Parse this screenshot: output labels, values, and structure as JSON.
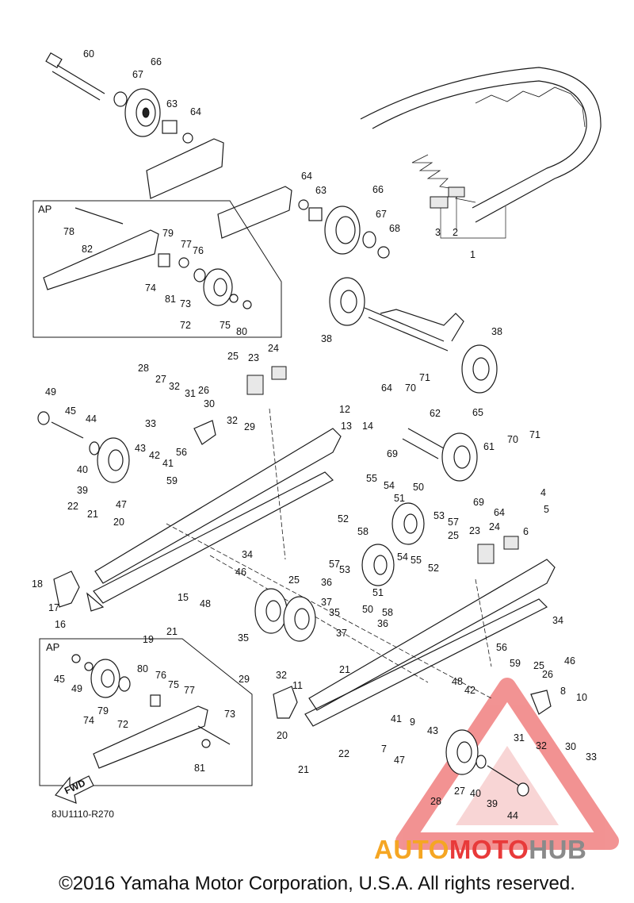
{
  "diagram": {
    "drawing_code": "8JU1110-R270",
    "fwd_label": "FWD",
    "inset_label": "AP",
    "callouts": [
      "60",
      "66",
      "67",
      "63",
      "64",
      "64",
      "63",
      "66",
      "67",
      "68",
      "3",
      "2",
      "1",
      "78",
      "82",
      "79",
      "77",
      "76",
      "74",
      "81",
      "73",
      "72",
      "75",
      "80",
      "38",
      "38",
      "25",
      "23",
      "24",
      "28",
      "27",
      "32",
      "31",
      "26",
      "30",
      "33",
      "32",
      "29",
      "49",
      "45",
      "44",
      "40",
      "39",
      "43",
      "42",
      "41",
      "56",
      "47",
      "59",
      "22",
      "21",
      "20",
      "18",
      "17",
      "16",
      "19",
      "21",
      "15",
      "34",
      "46",
      "48",
      "25",
      "12",
      "13",
      "14",
      "64",
      "70",
      "71",
      "62",
      "65",
      "69",
      "55",
      "54",
      "50",
      "51",
      "52",
      "58",
      "61",
      "70",
      "71",
      "69",
      "64",
      "4",
      "6",
      "5",
      "53",
      "57",
      "57",
      "53",
      "50",
      "51",
      "54",
      "55",
      "52",
      "58",
      "23",
      "24",
      "25",
      "36",
      "37",
      "35",
      "37",
      "35",
      "36",
      "34",
      "46",
      "56",
      "59",
      "25",
      "26",
      "29",
      "32",
      "11",
      "21",
      "20",
      "48",
      "9",
      "42",
      "41",
      "43",
      "7",
      "47",
      "21",
      "22",
      "8",
      "10",
      "31",
      "32",
      "30",
      "33",
      "27",
      "28",
      "40",
      "39",
      "44",
      "45",
      "49",
      "80",
      "76",
      "75",
      "77",
      "74",
      "79",
      "72",
      "73",
      "81",
      "78",
      "82"
    ]
  },
  "logo": {
    "part1": "AUTO",
    "part2": "MOTO",
    "part3": "HUB"
  },
  "footer": {
    "copyright": "©2016 Yamaha Motor Corporation, U.S.A. All rights reserved."
  },
  "colors": {
    "logo_orange": "#f5a623",
    "logo_red": "#e83a3a",
    "logo_gray": "#8a8a8a",
    "line": "#1a1a1a"
  }
}
